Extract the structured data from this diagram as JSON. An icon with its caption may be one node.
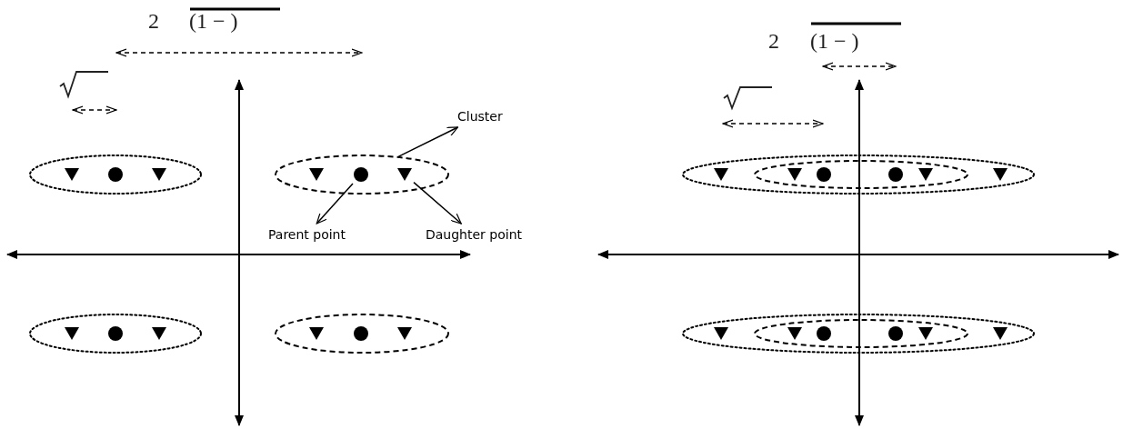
{
  "diagram": {
    "nodes": [
      {
        "text": [
          "Cluster"
        ]
      },
      {
        "text": [],
        "shape": "ellipse"
      },
      {
        "text": [],
        "shape": "triangle",
        "in": 1
      },
      {
        "text": [],
        "shape": "circle",
        "in": 1
      },
      {
        "text": [],
        "shape": "triangle",
        "in": 1
      },
      {
        "text": [],
        "shape": "ellipse"
      },
      {
        "text": [],
        "shape": "triangle",
        "in": 5
      },
      {
        "text": [],
        "shape": "circle",
        "in": 5
      },
      {
        "text": [],
        "shape": "triangle",
        "in": 5
      },
      {
        "text": [],
        "shape": "ellipse"
      },
      {
        "text": [],
        "shape": "triangle",
        "in": 9
      },
      {
        "text": [],
        "shape": "ellipse",
        "in": 9
      },
      {
        "text": [],
        "shape": "triangle",
        "in": 11
      },
      {
        "text": [],
        "shape": "circle",
        "in": 11
      },
      {
        "text": [],
        "shape": "circle",
        "in": 11
      },
      {
        "text": [],
        "shape": "triangle",
        "in": 11
      },
      {
        "text": [],
        "shape": "triangle",
        "in": 9
      },
      {
        "text": [
          "Parent point"
        ]
      },
      {
        "text": [
          "Daughter point"
        ]
      },
      {
        "text": [],
        "shape": "ellipse"
      },
      {
        "text": [],
        "shape": "triangle",
        "in": 19
      },
      {
        "text": [],
        "shape": "circle",
        "in": 19
      },
      {
        "text": [],
        "shape": "triangle",
        "in": 19
      },
      {
        "text": [],
        "shape": "ellipse"
      },
      {
        "text": [],
        "shape": "triangle",
        "in": 23
      },
      {
        "text": [],
        "shape": "circle",
        "in": 23
      },
      {
        "text": [],
        "shape": "triangle",
        "in": 23
      },
      {
        "text": [],
        "shape": "ellipse"
      },
      {
        "text": [],
        "shape": "triangle",
        "in": 27
      },
      {
        "text": [],
        "shape": "ellipse",
        "in": 27
      },
      {
        "text": [],
        "shape": "triangle",
        "in": 29
      },
      {
        "text": [],
        "shape": "circle",
        "in": 29
      },
      {
        "text": [],
        "shape": "circle",
        "in": 29
      },
      {
        "text": [],
        "shape": "triangle",
        "in": 29
      },
      {
        "text": [],
        "shape": "triangle",
        "in": 27
      }
    ],
    "edges": [
      {
        "from": 5,
        "to": 0,
        "arrow": "to"
      },
      {
        "from": 7,
        "to": 17,
        "arrow": "to"
      },
      {
        "from": 8,
        "to": 18,
        "arrow": "to"
      }
    ],
    "labels": [
      "2",
      "(1 − )",
      "2",
      "(1 − )"
    ]
  }
}
